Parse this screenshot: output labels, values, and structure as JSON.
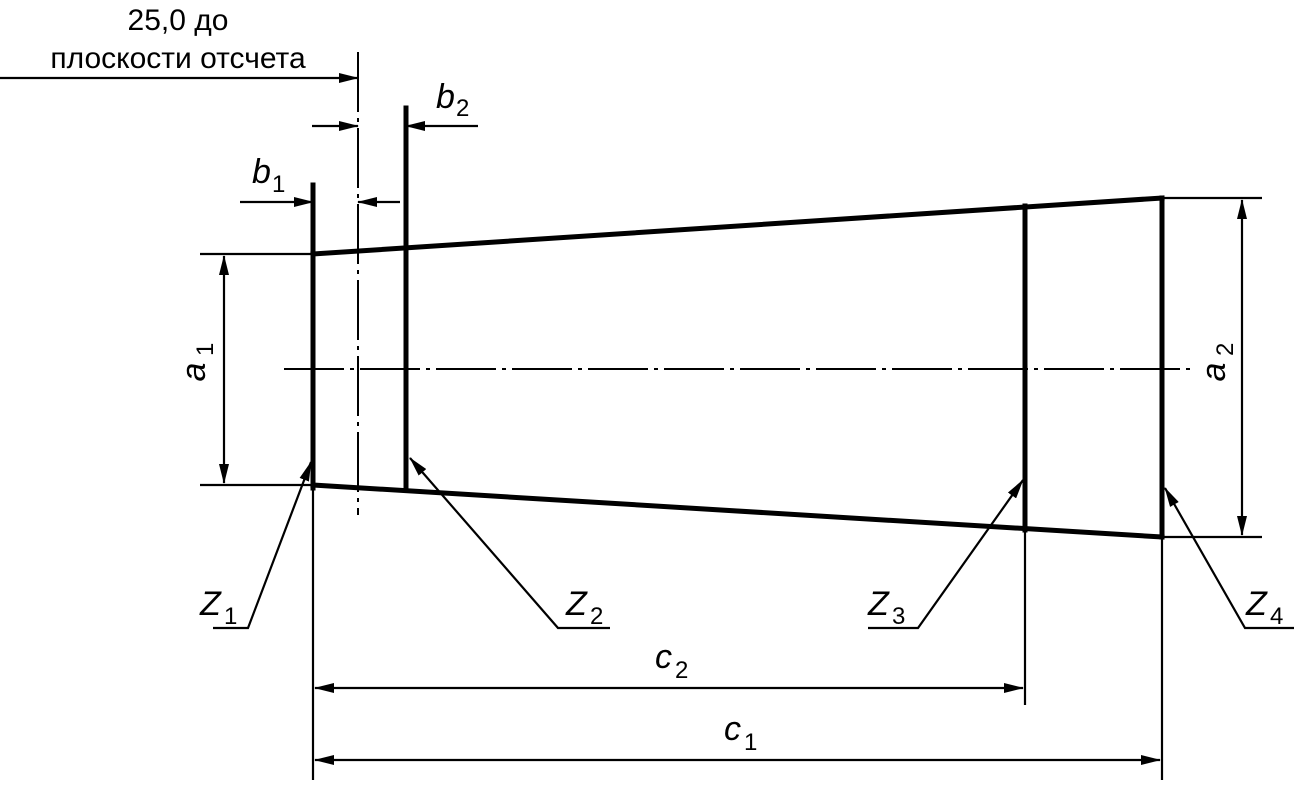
{
  "note_line1": "25,0 до",
  "note_line2": "плоскости отсчета",
  "labels": {
    "a1": {
      "main": "a",
      "sub": "1"
    },
    "a2": {
      "main": "a",
      "sub": "2"
    },
    "b1": {
      "main": "b",
      "sub": "1"
    },
    "b2": {
      "main": "b",
      "sub": "2"
    },
    "c1": {
      "main": "c",
      "sub": "1"
    },
    "c2": {
      "main": "c",
      "sub": "2"
    },
    "z1": {
      "main": "Z",
      "sub": "1"
    },
    "z2": {
      "main": "Z",
      "sub": "2"
    },
    "z3": {
      "main": "Z",
      "sub": "3"
    },
    "z4": {
      "main": "Z",
      "sub": "4"
    }
  }
}
